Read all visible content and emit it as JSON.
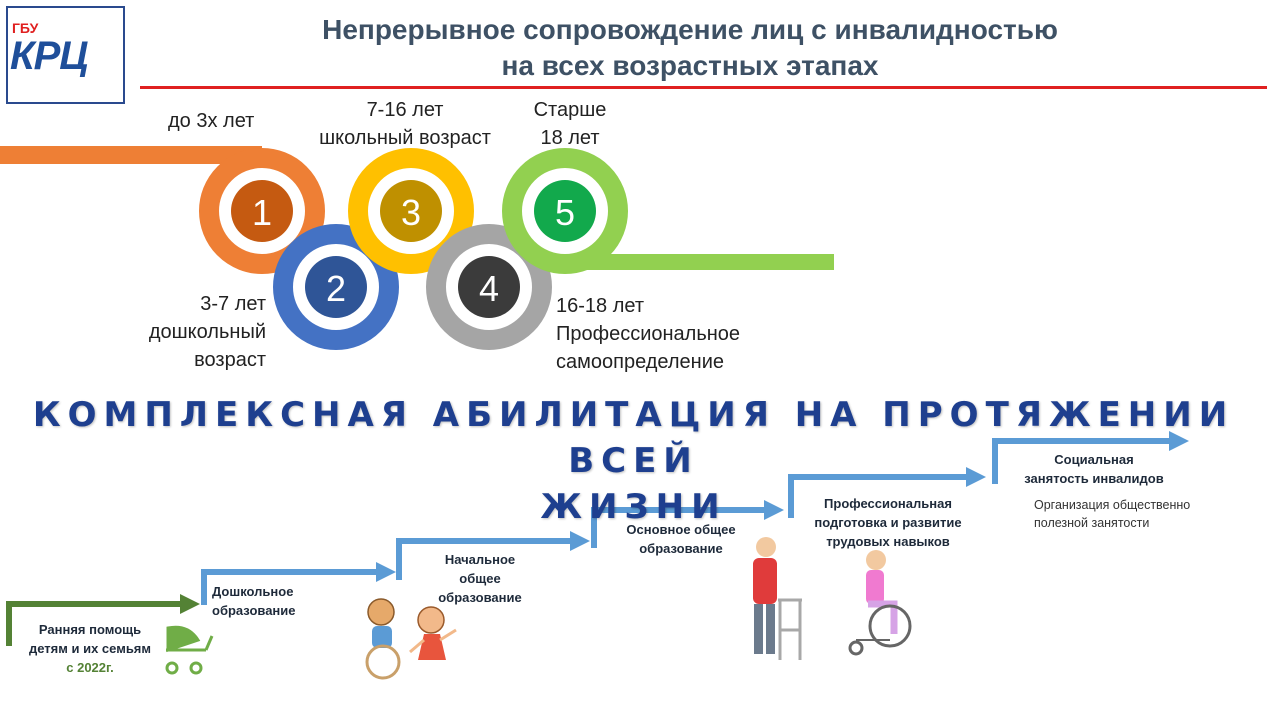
{
  "logo": {
    "small": "ГБУ",
    "main": "КРЦ"
  },
  "title": {
    "line1": "Непрерывное сопровождение лиц с инвалидностью",
    "line2": "на всех возрастных этапах"
  },
  "timeline": [
    {
      "number": "1",
      "label_lines": [
        "до 3х лет"
      ]
    },
    {
      "number": "2",
      "label_lines": [
        "3-7 лет",
        "дошкольный",
        "возраст"
      ]
    },
    {
      "number": "3",
      "label_lines": [
        "7-16 лет",
        "школьный возраст"
      ]
    },
    {
      "number": "4",
      "label_lines": [
        "16-18 лет",
        "Профессиональное",
        "самоопределение"
      ]
    },
    {
      "number": "5",
      "label_lines": [
        "Старше",
        "18 лет"
      ]
    }
  ],
  "motto": {
    "line1": "КОМПЛЕКСНАЯ АБИЛИТАЦИЯ НА ПРОТЯЖЕНИИ ВСЕЙ",
    "line2": "ЖИЗНИ"
  },
  "steps": [
    {
      "lines": [
        "Ранняя помощь",
        "детям и их семьям"
      ],
      "note": "с 2022г."
    },
    {
      "lines": [
        "Дошкольное",
        "образование"
      ]
    },
    {
      "lines": [
        "Начальное",
        "общее",
        "образование"
      ]
    },
    {
      "lines": [
        "Основное общее",
        "образование"
      ]
    },
    {
      "lines": [
        "Профессиональная",
        "подготовка и развитие",
        "трудовых навыков"
      ]
    },
    {
      "lines": [
        "Социальная",
        "занятость инвалидов"
      ],
      "sub_lines": [
        "Организация общественно",
        "полезной занятости"
      ]
    }
  ],
  "colors": {
    "orange": "#ee7f35",
    "blue": "#4472c4",
    "yellow": "#ffc000",
    "gray": "#a5a5a5",
    "green": "#92d050",
    "step_arrow": "#5b9bd5",
    "step_green": "#548235",
    "title": "#3e5165",
    "motto": "#1e3f8f",
    "red": "#e02020"
  },
  "icons": [
    "stroller-icon",
    "children-icon",
    "man-walker-icon",
    "wheelchair-woman-icon"
  ]
}
